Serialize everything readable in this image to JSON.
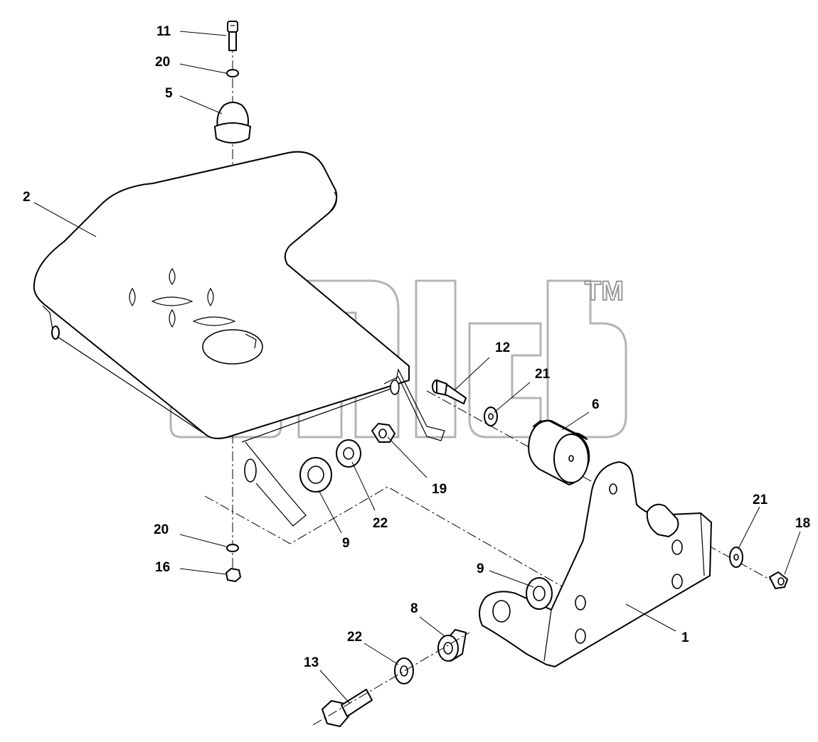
{
  "watermark": {
    "text": "TM"
  },
  "callouts": [
    {
      "id": "c11a",
      "text": "11"
    },
    {
      "id": "c20a",
      "text": "20"
    },
    {
      "id": "c5",
      "text": "5"
    },
    {
      "id": "c2",
      "text": "2"
    },
    {
      "id": "c12",
      "text": "12"
    },
    {
      "id": "c21a",
      "text": "21"
    },
    {
      "id": "c6",
      "text": "6"
    },
    {
      "id": "c19",
      "text": "19"
    },
    {
      "id": "c22a",
      "text": "22"
    },
    {
      "id": "c9a",
      "text": "9"
    },
    {
      "id": "c20b",
      "text": "20"
    },
    {
      "id": "c16",
      "text": "16"
    },
    {
      "id": "c21b",
      "text": "21"
    },
    {
      "id": "c18",
      "text": "18"
    },
    {
      "id": "c9b",
      "text": "9"
    },
    {
      "id": "c8",
      "text": "8"
    },
    {
      "id": "c1",
      "text": "1"
    },
    {
      "id": "c22b",
      "text": "22"
    },
    {
      "id": "c13",
      "text": "13"
    }
  ]
}
